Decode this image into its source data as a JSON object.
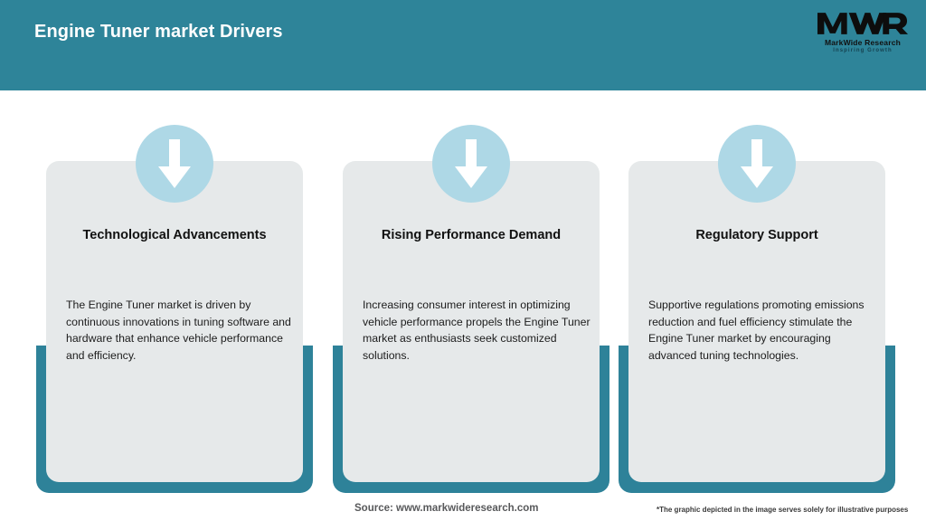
{
  "header": {
    "title": "Engine Tuner market Drivers",
    "background_color": "#2e8499",
    "title_color": "#ffffff"
  },
  "logo": {
    "mark": "MWR",
    "name": "MarkWide Research",
    "tagline": "Inspiring Growth"
  },
  "theme": {
    "teal": "#2e8299",
    "panel_grey": "#e6e9ea",
    "circle_blue": "#aed8e6",
    "arrow_white": "#ffffff"
  },
  "cards": [
    {
      "icon": "down-arrow-icon",
      "title": "Technological Advancements",
      "body": "The Engine Tuner market is driven by continuous innovations in tuning software and hardware that enhance vehicle performance and efficiency."
    },
    {
      "icon": "down-arrow-icon",
      "title": "Rising Performance Demand",
      "body": "Increasing consumer interest in optimizing vehicle performance propels the Engine Tuner market as enthusiasts seek customized solutions."
    },
    {
      "icon": "down-arrow-icon",
      "title": "Regulatory Support",
      "body": "Supportive regulations promoting emissions reduction and fuel efficiency stimulate the Engine Tuner market by encouraging advanced tuning technologies."
    }
  ],
  "footer": {
    "source": "Source: www.markwideresearch.com",
    "disclaimer": "*The graphic depicted in the image serves solely for illustrative purposes"
  }
}
